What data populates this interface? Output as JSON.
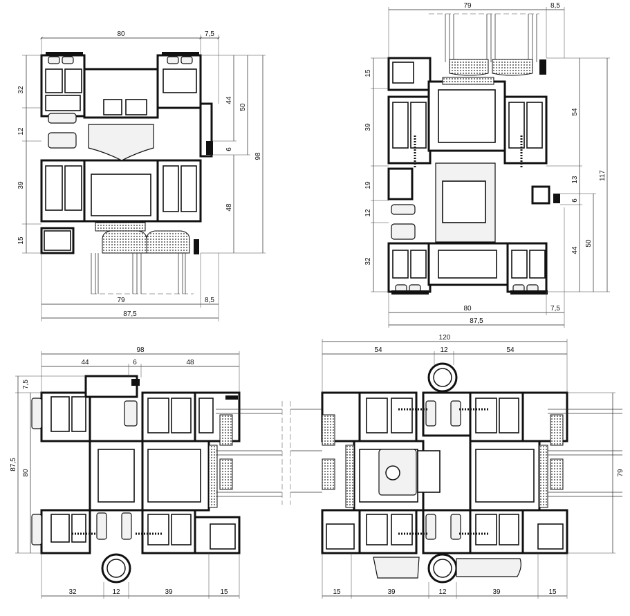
{
  "diagrams": [
    {
      "id": "top-left",
      "dims": [
        "80",
        "7,5",
        "32",
        "12",
        "39",
        "15",
        "44",
        "50",
        "6",
        "98",
        "48",
        "79",
        "8,5",
        "87,5"
      ]
    },
    {
      "id": "top-right",
      "dims": [
        "79",
        "8,5",
        "15",
        "39",
        "19",
        "12",
        "32",
        "54",
        "13",
        "6",
        "50",
        "44",
        "117",
        "80",
        "7,5",
        "87,5"
      ]
    },
    {
      "id": "bottom-left",
      "dims": [
        "98",
        "44",
        "6",
        "48",
        "7,5",
        "87,5",
        "80",
        "32",
        "12",
        "39",
        "15"
      ]
    },
    {
      "id": "bottom-right",
      "dims": [
        "120",
        "54",
        "12",
        "54",
        "79",
        "15",
        "39",
        "12",
        "39",
        "15"
      ]
    }
  ]
}
